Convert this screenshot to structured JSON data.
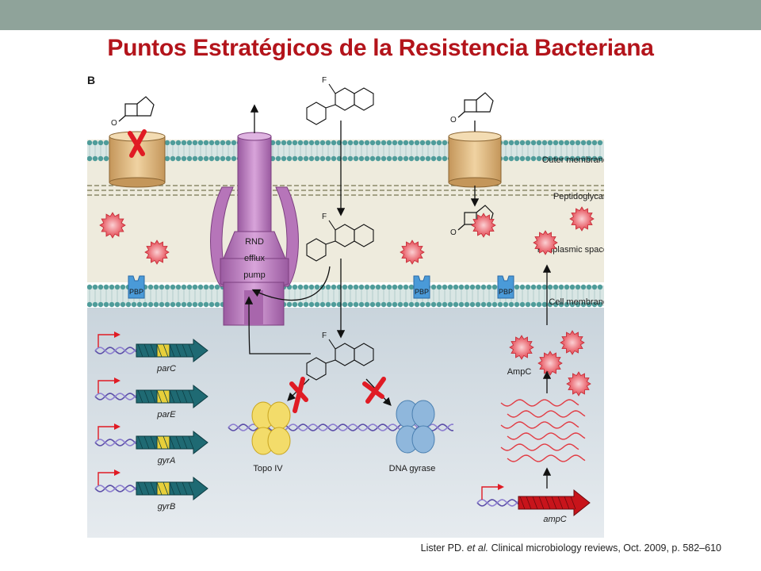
{
  "title": "Puntos Estratégicos de la Resistencia Bacteriana",
  "citation": {
    "authors": "Lister PD. ",
    "etal": "et al.",
    "rest": " Clinical microbiology reviews, Oct. 2009, p. 582–610"
  },
  "figure": {
    "panel_letter": "B",
    "layers": {
      "outer_membrane": "Outer membrane",
      "peptidoglycan": "Peptidoglycan",
      "periplasmic_space": "Periplasmic space",
      "cell_membrane": "Cell membrane"
    },
    "pump": {
      "line1": "RND",
      "line2": "efflux",
      "line3": "pump"
    },
    "pbp_label": "PBP",
    "fluorine_label": "F",
    "genes": [
      "parC",
      "parE",
      "gyrA",
      "gyrB"
    ],
    "enzymes": {
      "topo": "Topo IV",
      "gyrase": "DNA gyrase",
      "ampc_protein": "AmpC",
      "ampc_gene": "ampC"
    },
    "colors": {
      "title": "#b3141b",
      "topbar": "#8fa39a",
      "porin": "#d7b27a",
      "pump": "#b675b9",
      "beta_lactamase": "#e8505a",
      "pbp": "#4a9ad8",
      "x_mark": "#e01b24"
    }
  }
}
